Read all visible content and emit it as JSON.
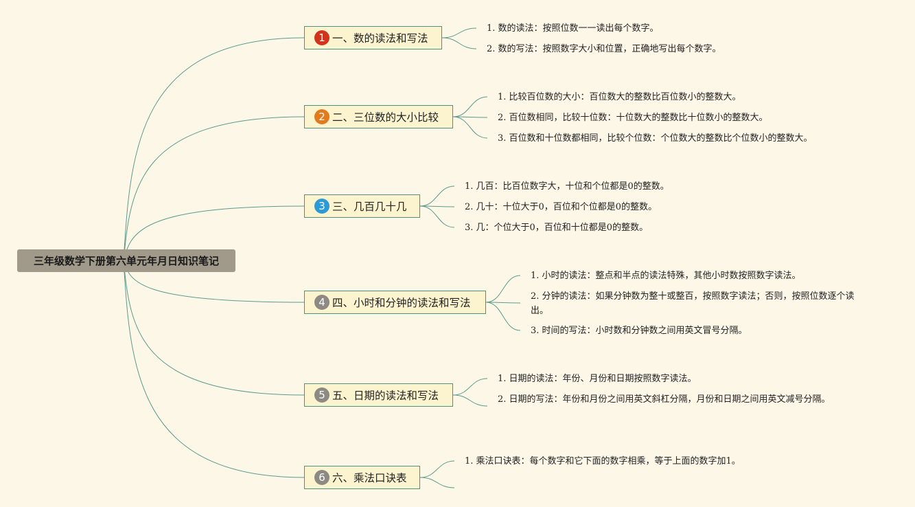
{
  "root": {
    "title": "三年级数学下册第六单元年月日知识笔记"
  },
  "branches": [
    {
      "num": "1",
      "title": "一、数的读法和写法",
      "items": [
        "1. 数的读法：按照位数一一读出每个数字。",
        "2. 数的写法：按照数字大小和位置，正确地写出每个数字。"
      ]
    },
    {
      "num": "2",
      "title": "二、三位数的大小比较",
      "items": [
        "1. 比较百位数的大小：百位数大的整数比百位数小的整数大。",
        "2. 百位数相同，比较十位数：十位数大的整数比十位数小的整数大。",
        "3. 百位数和十位数都相同，比较个位数：个位数大的整数比个位数小的整数大。"
      ]
    },
    {
      "num": "3",
      "title": "三、几百几十几",
      "items": [
        "1. 几百：比百位数字大，十位和个位都是0的整数。",
        "2. 几十：十位大于0，百位和个位都是0的整数。",
        "3. 几：个位大于0，百位和十位都是0的整数。"
      ]
    },
    {
      "num": "4",
      "title": "四、小时和分钟的读法和写法",
      "items": [
        "1. 小时的读法：整点和半点的读法特殊，其他小时数按照数字读法。",
        "2. 分钟的读法：如果分钟数为整十或整百，按照数字读法；否则，按照位数逐个读出。",
        "3. 时间的写法：小时数和分钟数之间用英文冒号分隔。"
      ]
    },
    {
      "num": "5",
      "title": "五、日期的读法和写法",
      "items": [
        "1. 日期的读法：年份、月份和日期按照数字读法。",
        "2. 日期的写法：年份和月份之间用英文斜杠分隔，月份和日期之间用英文减号分隔。"
      ]
    },
    {
      "num": "6",
      "title": "六、乘法口诀表",
      "items": [
        "1. 乘法口诀表：每个数字和它下面的数字相乘，等于上面的数字加1。"
      ]
    }
  ]
}
